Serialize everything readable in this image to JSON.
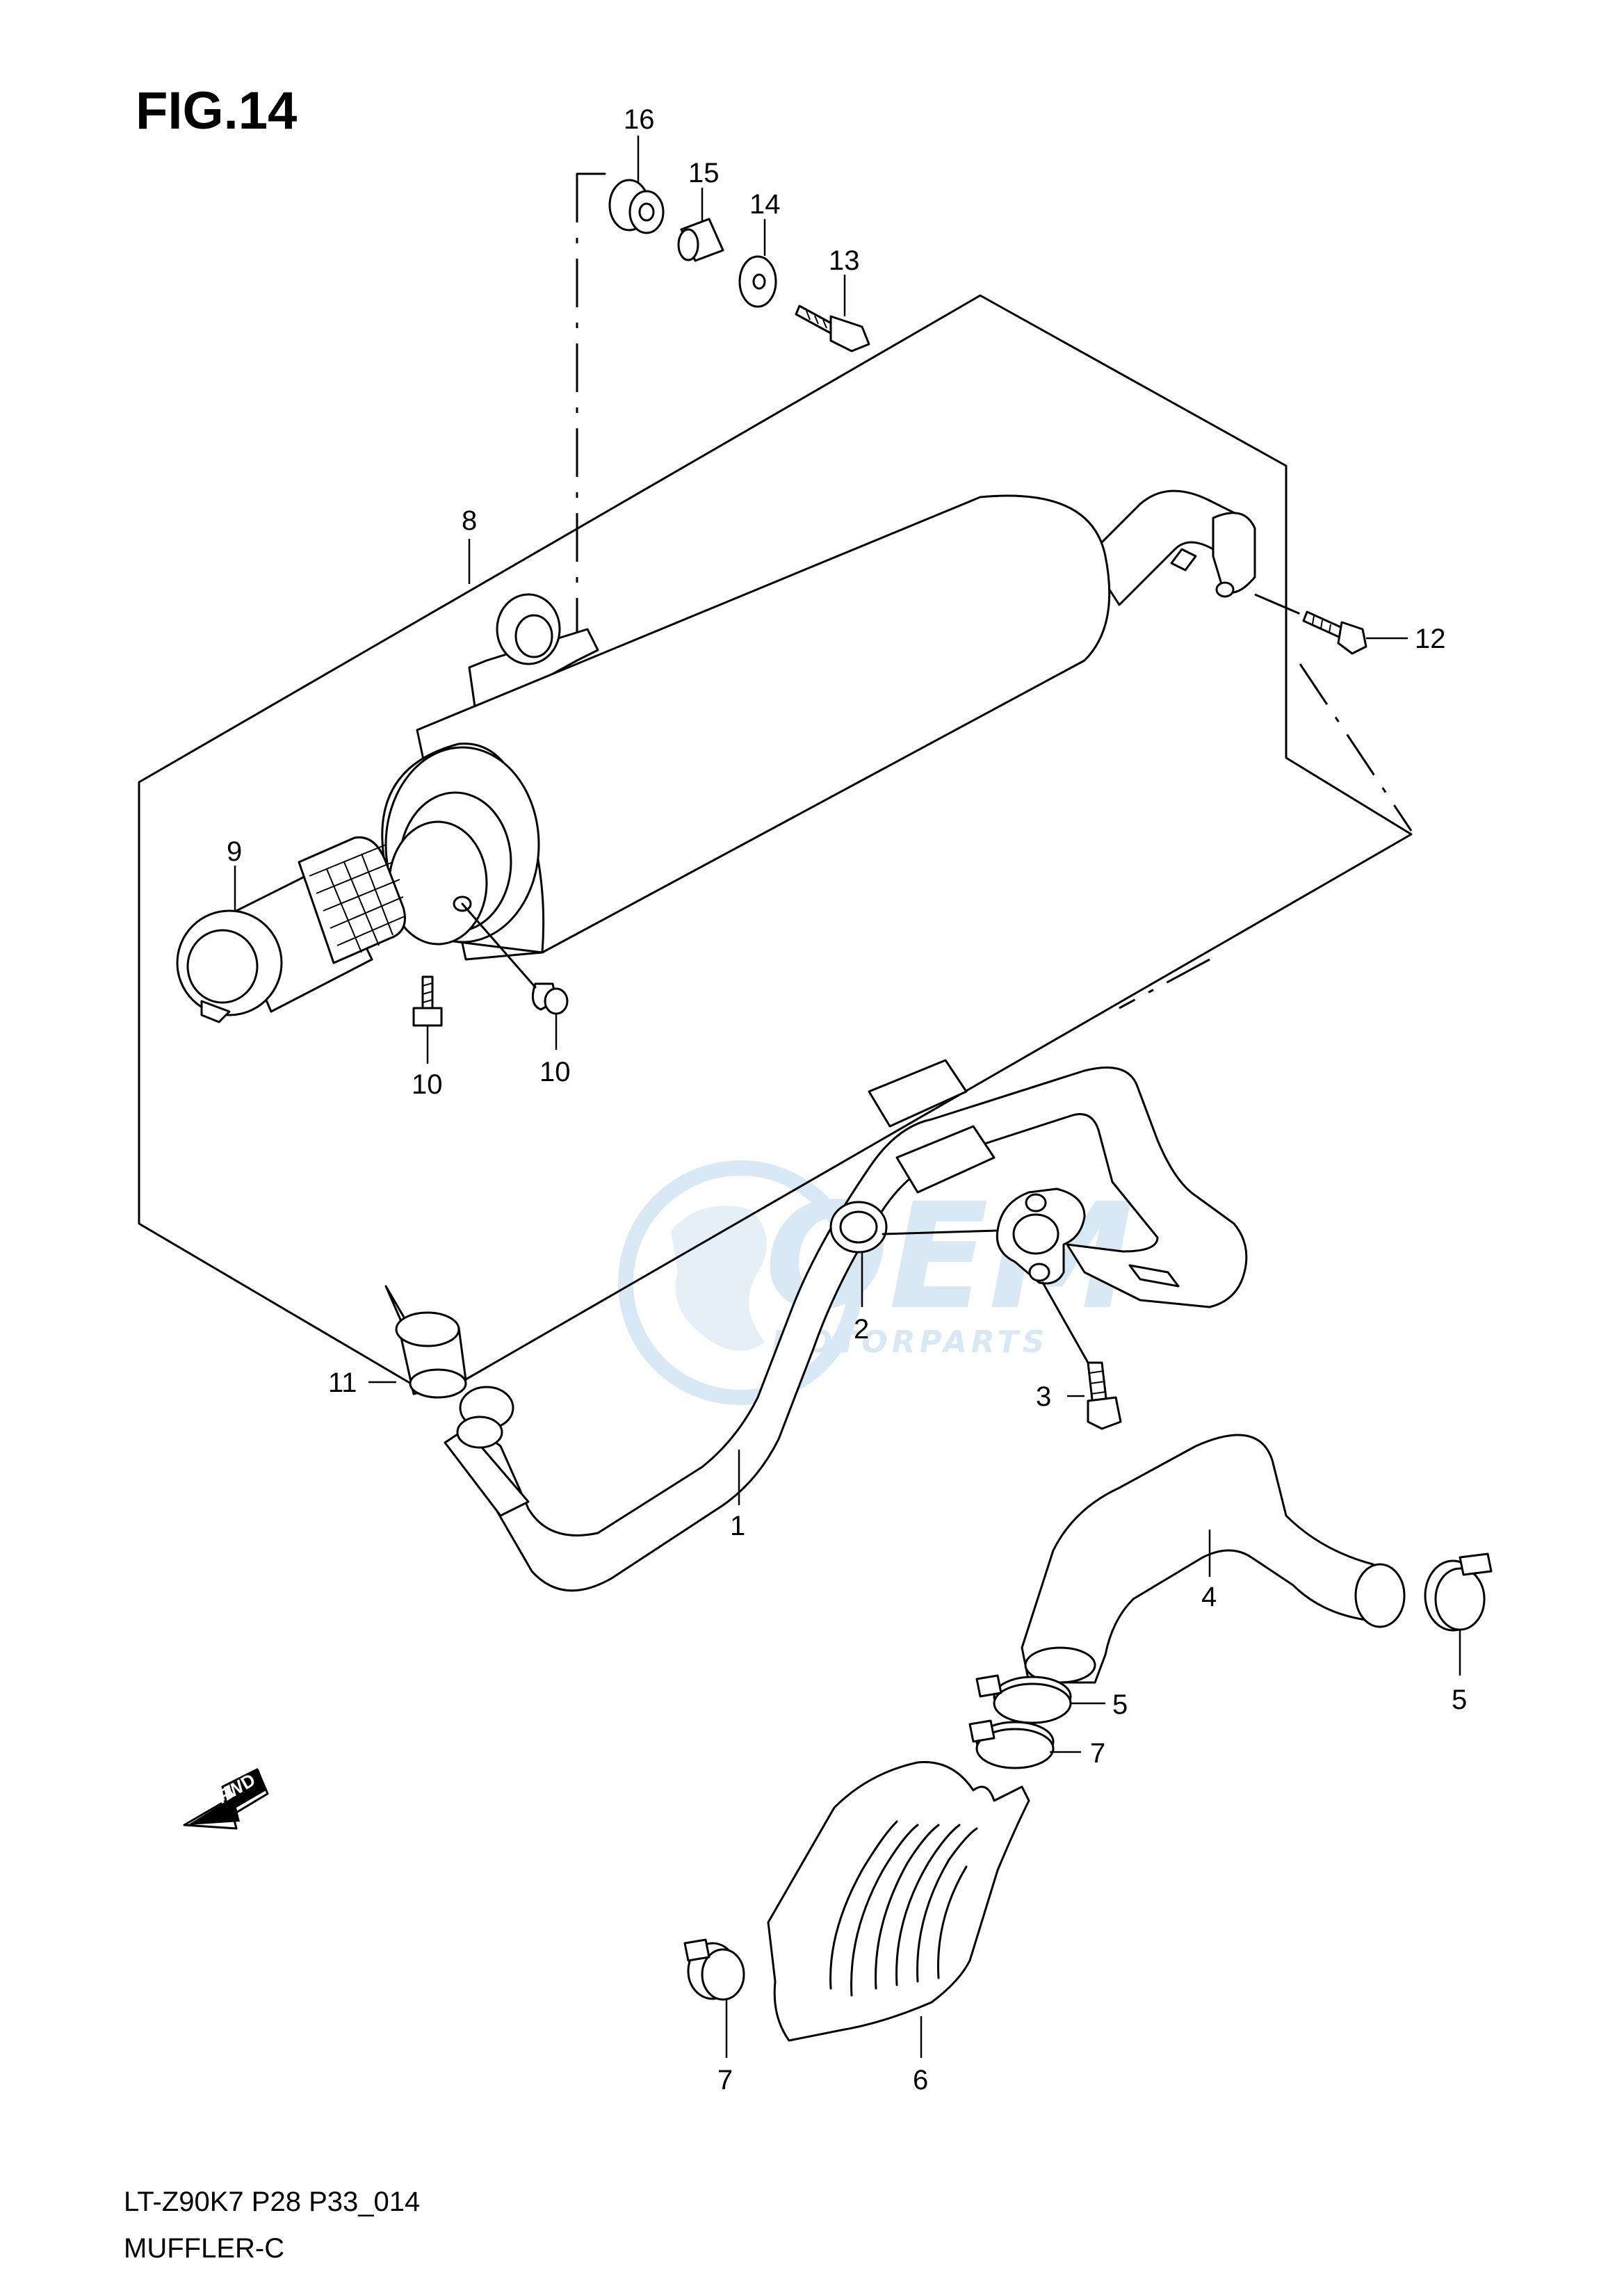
{
  "figure": {
    "title": "FIG.14"
  },
  "callouts": {
    "p1": "1",
    "p2": "2",
    "p3": "3",
    "p4": "4",
    "p5a": "5",
    "p5b": "5",
    "p6": "6",
    "p7a": "7",
    "p7b": "7",
    "p8": "8",
    "p9": "9",
    "p10a": "10",
    "p10b": "10",
    "p11": "11",
    "p12": "12",
    "p13": "13",
    "p14": "14",
    "p15": "15",
    "p16": "16"
  },
  "direction_badge": {
    "label": "FWD"
  },
  "watermark": {
    "brand": "OEM",
    "sub": "MOTORPARTS"
  },
  "footer": {
    "code": "LT-Z90K7 P28 P33_014",
    "name": "MUFFLER-C"
  },
  "colors": {
    "line": "#000000",
    "watermark": "#b9d6ec"
  }
}
